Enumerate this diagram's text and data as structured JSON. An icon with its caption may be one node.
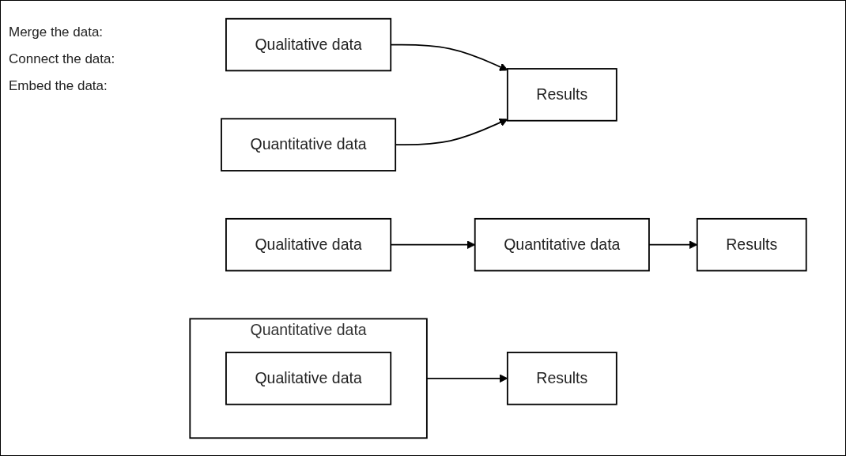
{
  "diagram": {
    "nodes": [
      {
        "text": [
          "Qualitative data"
        ]
      },
      {
        "text": [
          "Results"
        ]
      },
      {
        "text": [
          "Quantitative data"
        ]
      },
      {
        "text": [
          "Qualitative data"
        ]
      },
      {
        "text": [
          "Quantitative data"
        ]
      },
      {
        "text": [
          "Results"
        ]
      },
      {
        "text": [
          "Quantitative data"
        ]
      },
      {
        "text": [
          "Qualitative data"
        ],
        "in": 6
      },
      {
        "text": [
          "Results"
        ]
      }
    ],
    "edges": [
      {
        "from": 0,
        "to": 1,
        "arrow": "to"
      },
      {
        "from": 2,
        "to": 1,
        "arrow": "to"
      },
      {
        "from": 3,
        "to": 4,
        "arrow": "to"
      },
      {
        "from": 4,
        "to": 5,
        "arrow": "to"
      },
      {
        "from": 6,
        "to": 8,
        "arrow": "to"
      }
    ],
    "labels": [
      "Merge the data:",
      "Connect the data:",
      "Embed the data:"
    ]
  }
}
